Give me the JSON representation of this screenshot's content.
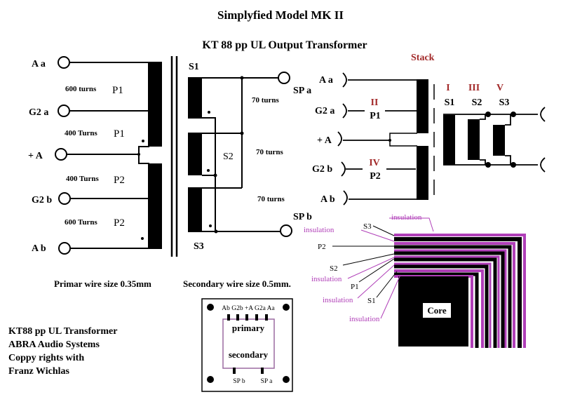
{
  "title": "Simplyfied Model MK II",
  "subtitle": "KT 88 pp UL Output Transformer",
  "colors": {
    "ink": "#000000",
    "insulation": "#b03fb8",
    "roman_numeral": "#a32b2b"
  },
  "schematic": {
    "primary_terminals": [
      "A a",
      "G2 a",
      "+ A",
      "G2 b",
      "A b"
    ],
    "primary_windings": [
      {
        "turns": "600 turns",
        "name": "P1"
      },
      {
        "turns": "400 Turns",
        "name": "P1"
      },
      {
        "turns": "400 Turns",
        "name": "P2"
      },
      {
        "turns": "600 Turns",
        "name": "P2"
      }
    ],
    "secondary_labels": {
      "s1": "S1",
      "s2": "S2",
      "s3": "S3"
    },
    "secondary_turns": [
      "70 turns",
      "70 turns",
      "70 turns"
    ],
    "speaker_terminals": {
      "a": "SP a",
      "b": "SP b"
    },
    "primary_wire": "Primar wire size  0.35mm",
    "secondary_wire": "Secondary wire size 0.5mm."
  },
  "stack": {
    "title": "Stack",
    "primary_terminals": [
      "A a",
      "G2 a",
      "+ A",
      "G2 b",
      "A b"
    ],
    "primary_groups": [
      {
        "numeral": "II",
        "name": "P1"
      },
      {
        "numeral": "IV",
        "name": "P2"
      }
    ],
    "secondary_groups": [
      {
        "numeral": "I",
        "name": "S1"
      },
      {
        "numeral": "III",
        "name": "S2"
      },
      {
        "numeral": "V",
        "name": "S3"
      }
    ]
  },
  "cross_section": {
    "core_label": "Core",
    "layer_labels": {
      "insulation_top": "insulation",
      "s3": "S3",
      "insulation_1": "insulation",
      "p2": "P2",
      "s2": "S2",
      "insulation_2": "insulation",
      "p1": "P1",
      "insulation_3": "insulation",
      "s1": "S1",
      "insulation_4": "insulation"
    }
  },
  "bobbin": {
    "pins_top": "Ab G2b +A G2a Aa",
    "primary": "primary",
    "secondary": "secondary",
    "pin_sp_b": "SP b",
    "pin_sp_a": "SP a"
  },
  "footer": [
    "KT88 pp UL Transformer",
    "ABRA Audio Systems",
    "Coppy rights with",
    "Franz Wichlas"
  ]
}
